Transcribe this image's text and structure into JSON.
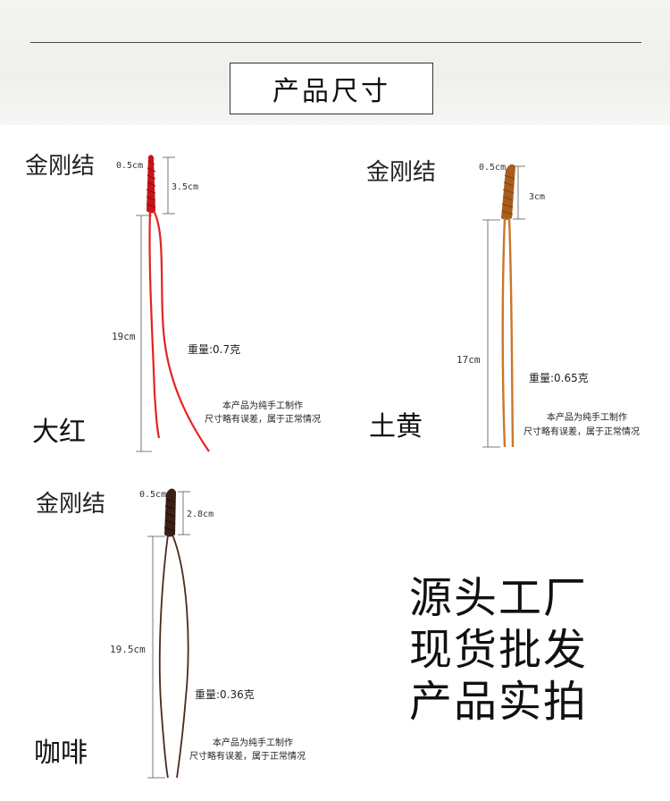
{
  "title": "产品尺寸",
  "products": [
    {
      "label": "金刚结",
      "color_name": "大红",
      "cord_color": "#e3231f",
      "knot_color": "#c8141a",
      "top_width": "0.5cm",
      "knot_length": "3.5cm",
      "total_length": "19cm",
      "weight": "重量:0.7克",
      "note_line1": "本产品为纯手工制作",
      "note_line2": "尺寸略有误差，属于正常情况"
    },
    {
      "label": "金刚结",
      "color_name": "土黄",
      "cord_color": "#c9772a",
      "knot_color": "#a95e1c",
      "top_width": "0.5cm",
      "knot_length": "3cm",
      "total_length": "17cm",
      "weight": "重量:0.65克",
      "note_line1": "本产品为纯手工制作",
      "note_line2": "尺寸略有误差，属于正常情况"
    },
    {
      "label": "金刚结",
      "color_name": "咖啡",
      "cord_color": "#4a2a1e",
      "knot_color": "#3a2016",
      "top_width": "0.5cm",
      "knot_length": "2.8cm",
      "total_length": "19.5cm",
      "weight": "重量:0.36克",
      "note_line1": "本产品为纯手工制作",
      "note_line2": "尺寸略有误差，属于正常情况"
    }
  ],
  "slogan": {
    "line1": "源头工厂",
    "line2": "现货批发",
    "line3": "产品实拍"
  }
}
